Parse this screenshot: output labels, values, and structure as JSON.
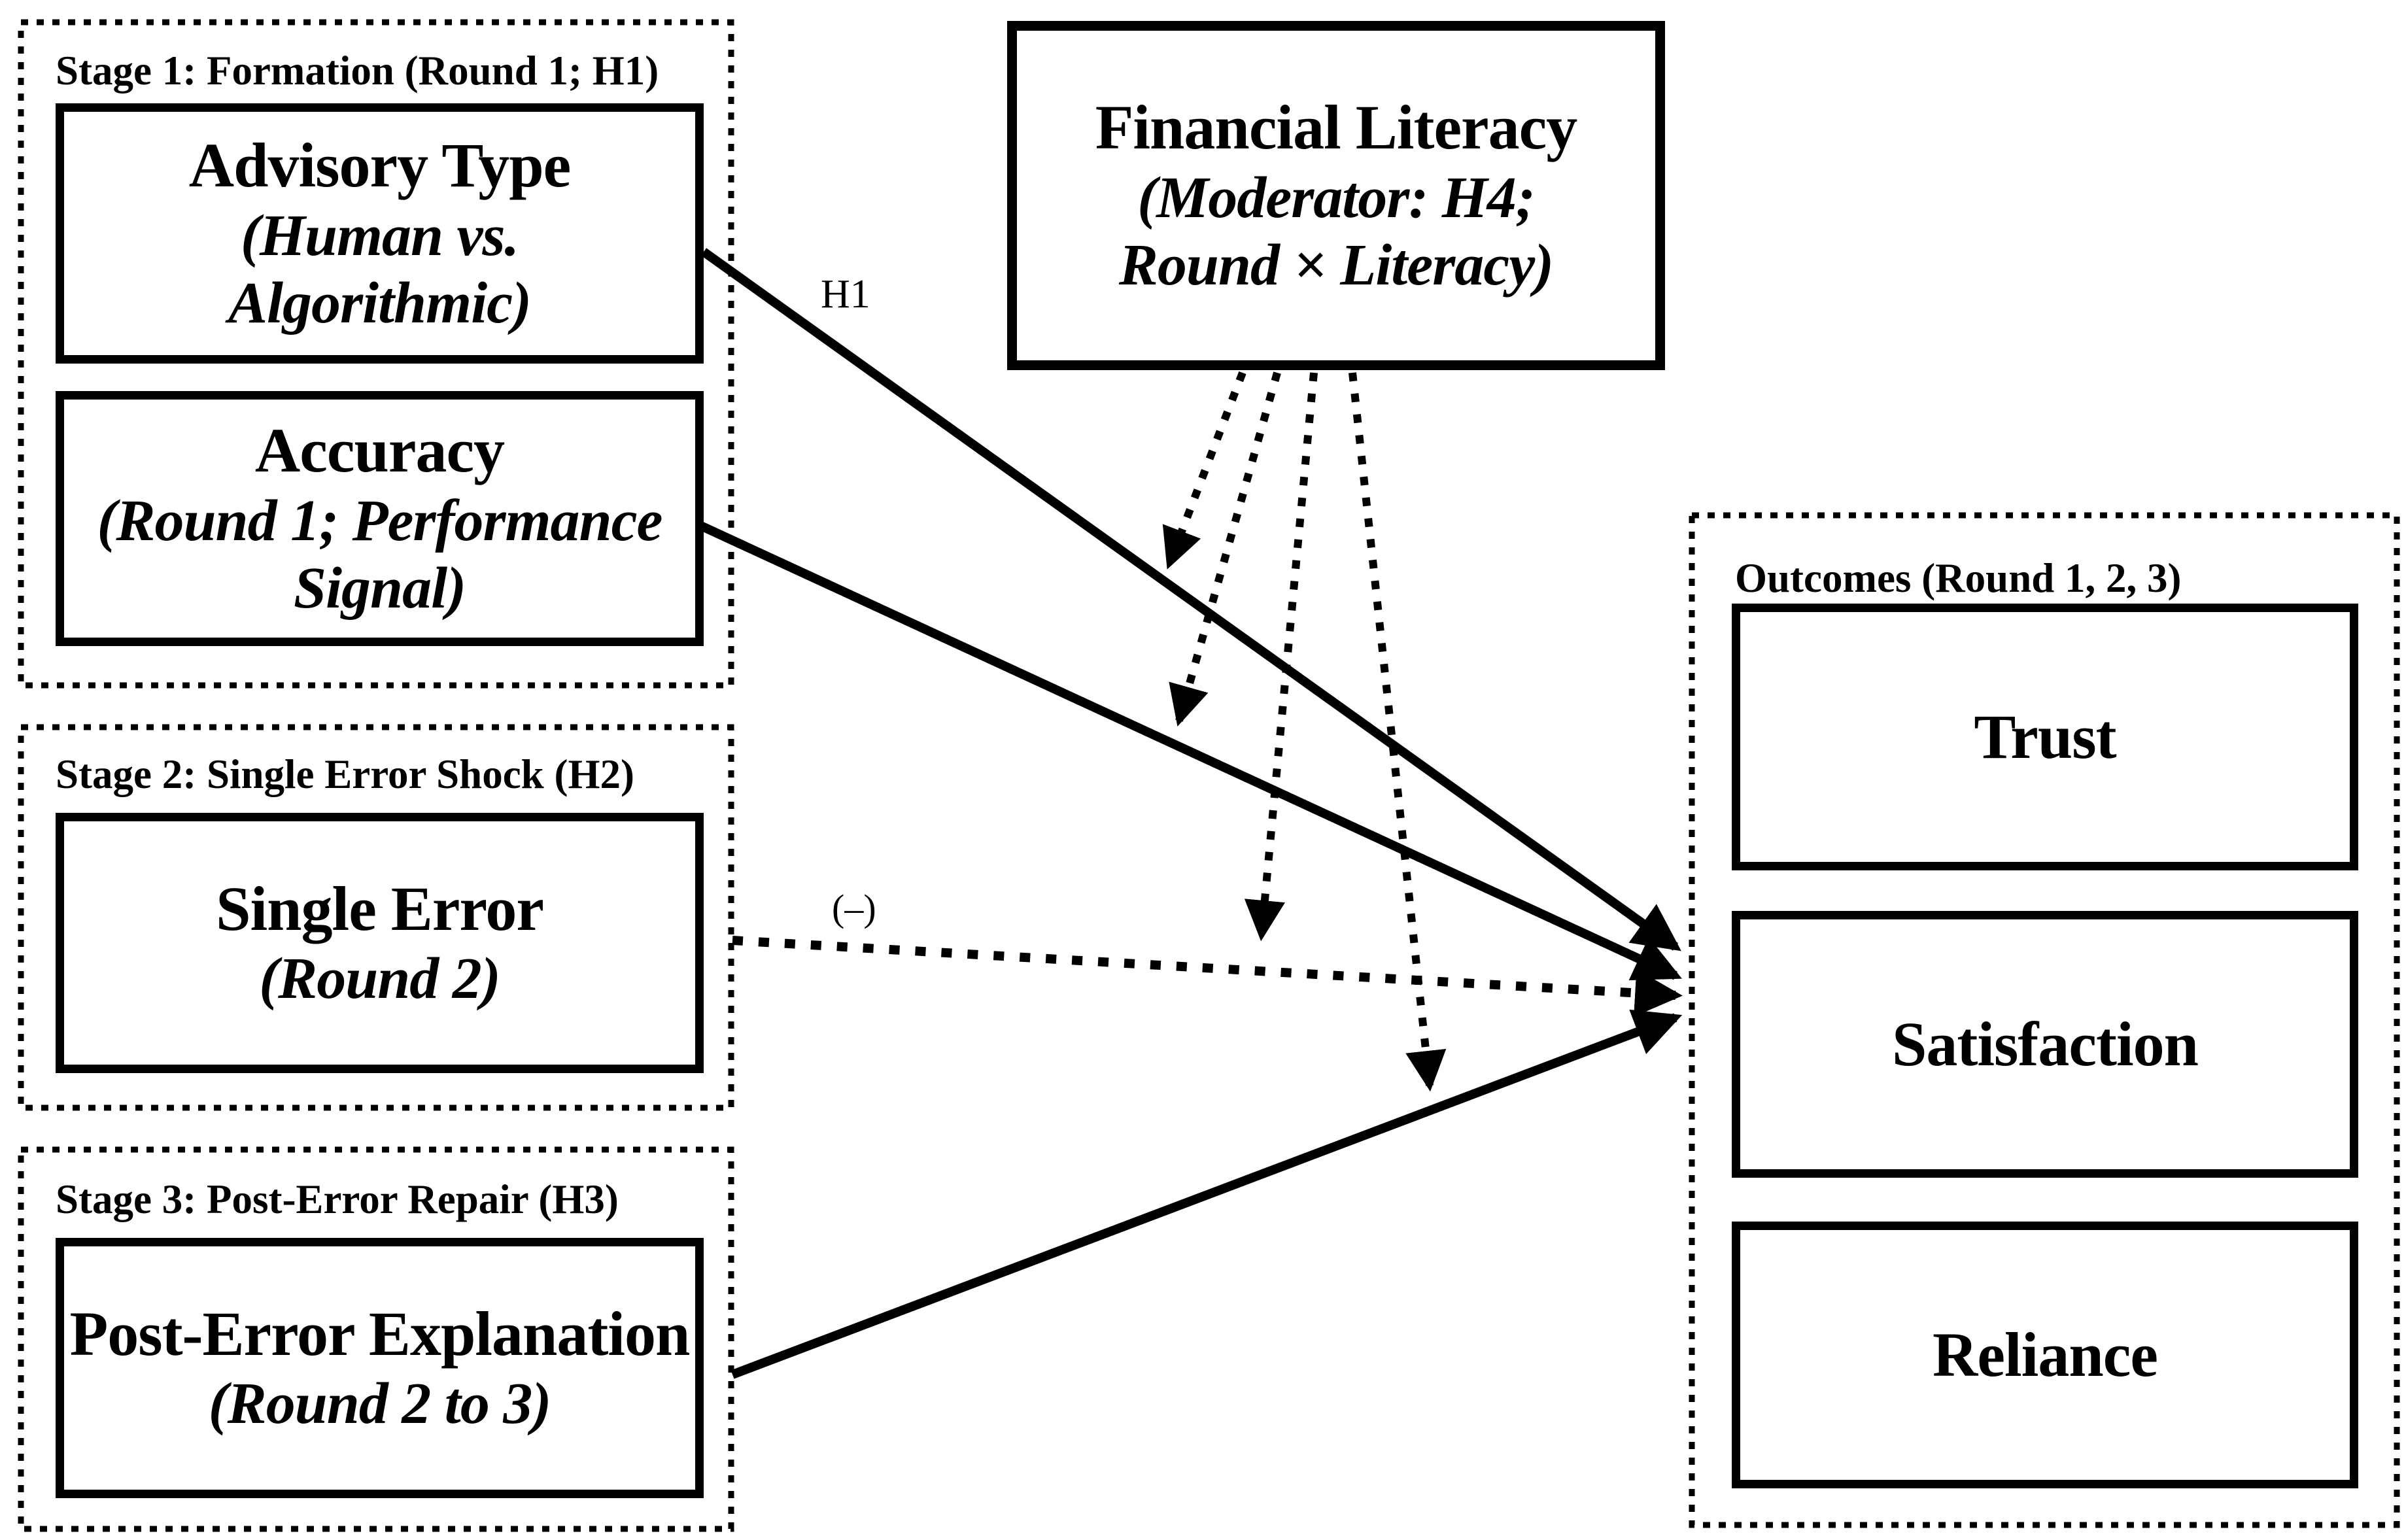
{
  "figure": {
    "stage1": {
      "title": "Stage 1: Formation (Round 1; H1)",
      "advisory": {
        "title": "Advisory Type",
        "subtitle": "(Human vs. Algorithmic)"
      },
      "accuracy": {
        "title": "Accuracy",
        "subtitle": "(Round 1; Performance Signal)"
      }
    },
    "stage2": {
      "title": "Stage 2: Single Error Shock (H2)",
      "single_error": {
        "title": "Single Error",
        "subtitle": "(Round 2)"
      }
    },
    "stage3": {
      "title": "Stage 3: Post-Error Repair (H3)",
      "post_error": {
        "title": "Post-Error Explanation",
        "subtitle": "(Round 2 to 3)"
      }
    },
    "moderator": {
      "title": "Financial Literacy",
      "subtitle_line1": "(Moderator: H4;",
      "subtitle_line2": "Round × Literacy)"
    },
    "outcomes": {
      "title": "Outcomes (Round 1, 2, 3)",
      "boxes": [
        "Trust",
        "Satisfaction",
        "Reliance"
      ]
    },
    "labels": {
      "h1_path": "H1",
      "negative_effect": "(–)"
    },
    "colors": {
      "ink": "#000000",
      "background": "#ffffff"
    }
  }
}
